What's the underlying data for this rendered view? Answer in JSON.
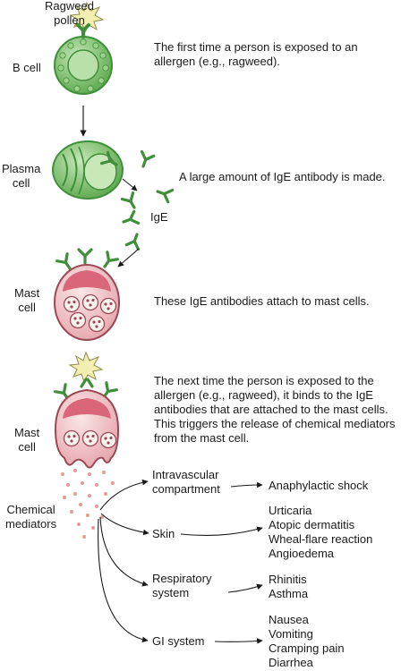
{
  "labels": {
    "ragweed_pollen": [
      "Ragweed",
      "pollen"
    ],
    "b_cell": "B cell",
    "plasma_cell": [
      "Plasma",
      "cell"
    ],
    "ige": "IgE",
    "mast_cell_1": [
      "Mast",
      "cell"
    ],
    "mast_cell_2": [
      "Mast",
      "cell"
    ],
    "chemical_mediators": [
      "Chemical",
      "mediators"
    ]
  },
  "descriptions": {
    "step1": "The first time a person is exposed to an allergen (e.g., ragweed).",
    "step2": "A large amount of IgE antibody is made.",
    "step3": "These IgE antibodies attach to mast cells.",
    "step4": "The next time the person is exposed to the allergen (e.g., ragweed), it binds to the IgE antibodies that are attached to the mast cells. This triggers the release of chemical mediators from the mast cell."
  },
  "targets": [
    {
      "name": [
        "Intravascular",
        "compartment"
      ],
      "effects": [
        "Anaphylactic shock"
      ]
    },
    {
      "name": [
        "Skin"
      ],
      "effects": [
        "Urticaria",
        "Atopic dermatitis",
        "Wheal-flare reaction",
        "Angioedema"
      ]
    },
    {
      "name": [
        "Respiratory",
        "system"
      ],
      "effects": [
        "Rhinitis",
        "Asthma"
      ]
    },
    {
      "name": [
        "GI system"
      ],
      "effects": [
        "Nausea",
        "Vomiting",
        "Cramping pain",
        "Diarrhea"
      ]
    }
  ],
  "colors": {
    "b_cell_fill": "#7fc46a",
    "b_cell_dark": "#3f8f3a",
    "mast_fill": "#f2c4c4",
    "mast_inner": "#d9667a",
    "antibody": "#3f8f3a",
    "pollen": "#f3efb0"
  }
}
